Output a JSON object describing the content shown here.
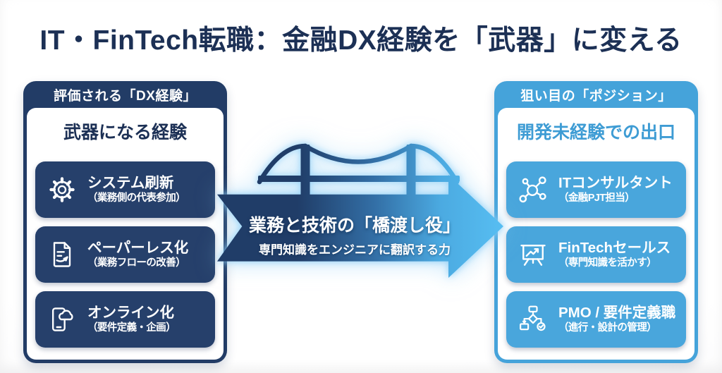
{
  "title": "IT・FinTech転職：金融DX経験を「武器」に変える",
  "left_panel": {
    "badge": "評価される「DX経験」",
    "heading": "武器になる経験",
    "cards": [
      {
        "icon": "gear-icon",
        "label": "システム刷新",
        "sublabel": "（業務側の代表参加）"
      },
      {
        "icon": "document-edit-icon",
        "label": "ペーパーレス化",
        "sublabel": "（業務フローの改善）"
      },
      {
        "icon": "phone-cloud-icon",
        "label": "オンライン化",
        "sublabel": "（要件定義・企画）"
      }
    ],
    "colors": {
      "primary": "#223C66",
      "card": "#26406B",
      "heading": "#1C3055"
    }
  },
  "center": {
    "line1": "業務と技術の「橋渡し役」",
    "line2": "専門知識をエンジニアに翻訳する力",
    "gradient_start": "#203D68",
    "gradient_end": "#57BEF2"
  },
  "right_panel": {
    "badge": "狙い目の「ポジション」",
    "heading": "開発未経験での出口",
    "cards": [
      {
        "icon": "network-nodes-icon",
        "label": "ITコンサルタント",
        "sublabel": "（金融PJT担当）"
      },
      {
        "icon": "presentation-chart-icon",
        "label": "FinTechセールス",
        "sublabel": "（専門知識を活かす）"
      },
      {
        "icon": "flowchart-icon",
        "label": "PMO / 要件定義職",
        "sublabel": "（進行・設計の管理）"
      }
    ],
    "colors": {
      "primary": "#45A3DA",
      "card": "#49A6DC",
      "heading": "#3E9CD4"
    }
  }
}
